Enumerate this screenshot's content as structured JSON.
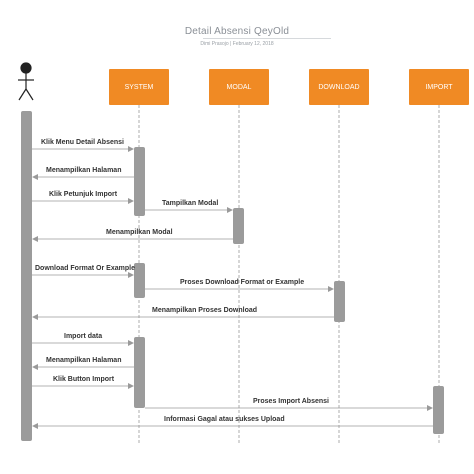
{
  "diagram": {
    "title": "Detail Absensi QeyOld",
    "subtitle": "Dimi Prasojo  |  February 12, 2018",
    "colors": {
      "lifeline_box": "#f08a24",
      "activation": "#9b9b9b",
      "arrow": "#9a9a9a",
      "text": "#333333"
    },
    "actor": {
      "icon": "stick-figure-icon"
    },
    "lifelines": [
      {
        "id": "system",
        "label": "SYSTEM"
      },
      {
        "id": "modal",
        "label": "MODAL"
      },
      {
        "id": "download",
        "label": "DOWNLOAD"
      },
      {
        "id": "import",
        "label": "IMPORT"
      }
    ],
    "messages": [
      {
        "label": "Klik Menu Detail Absensi",
        "from": "actor",
        "to": "system"
      },
      {
        "label": "Menampilkan Halaman",
        "from": "system",
        "to": "actor"
      },
      {
        "label": "Klik Petunjuk Import",
        "from": "actor",
        "to": "system"
      },
      {
        "label": "Tampilkan Modal",
        "from": "system",
        "to": "modal"
      },
      {
        "label": "Menampilkan Modal",
        "from": "modal",
        "to": "actor"
      },
      {
        "label": "Download Format Or Example",
        "from": "actor",
        "to": "system"
      },
      {
        "label": "Proses Download Format or Example",
        "from": "system",
        "to": "download"
      },
      {
        "label": "Menampilkan Proses Download",
        "from": "download",
        "to": "actor"
      },
      {
        "label": "Import data",
        "from": "actor",
        "to": "system"
      },
      {
        "label": "Menampilkan Halaman",
        "from": "system",
        "to": "actor"
      },
      {
        "label": "Klik Button Import",
        "from": "actor",
        "to": "system"
      },
      {
        "label": "Proses Import Absensi",
        "from": "system",
        "to": "import"
      },
      {
        "label": "Informasi Gagal atau sukses Upload",
        "from": "import",
        "to": "actor"
      }
    ]
  }
}
